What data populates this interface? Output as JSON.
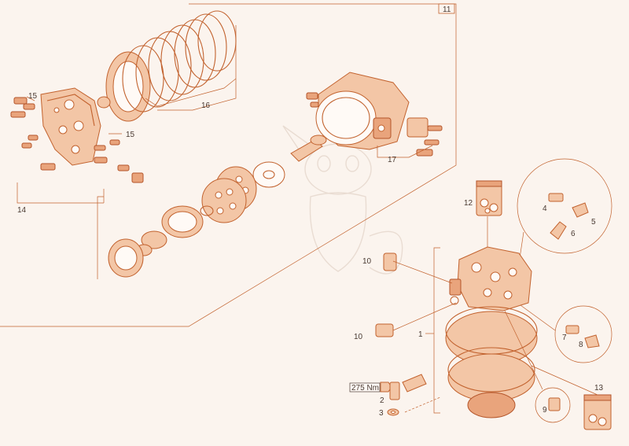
{
  "colors": {
    "background": "#fbf4ee",
    "line": "#c2622e",
    "fill": "#f3c6a6",
    "label": "#4a3a32"
  },
  "callouts": {
    "c1": "1",
    "c2": "2",
    "c3": "3",
    "c4": "4",
    "c5": "5",
    "c6": "6",
    "c7": "7",
    "c8": "8",
    "c9": "9",
    "c10a": "10",
    "c10b": "10",
    "c11": "11",
    "c12": "12",
    "c13": "13",
    "c14": "14",
    "c15a": "15",
    "c15b": "15",
    "c16": "16",
    "c17": "17"
  },
  "torque_label": "275 Nm",
  "icons": [
    "wrench-icon",
    "hex-bolt-icon",
    "washer-icon",
    "kit-bag-icon",
    "fitting-icon",
    "elbow-fitting-icon"
  ]
}
